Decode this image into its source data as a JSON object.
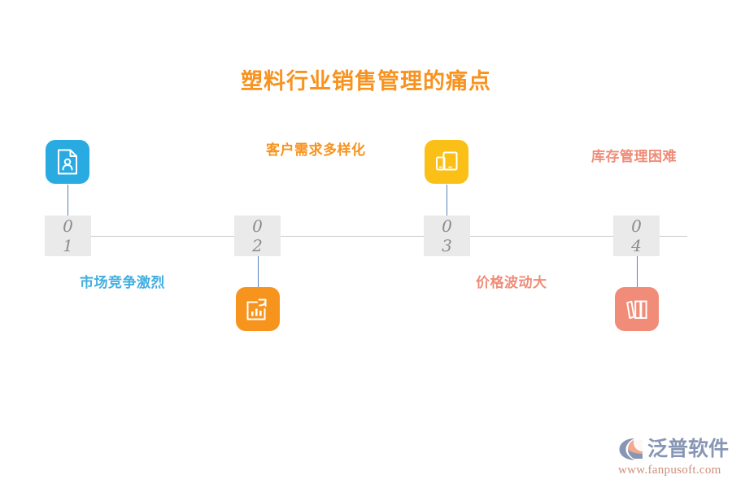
{
  "page": {
    "title": "塑料行业销售管理的痛点",
    "title_color": "#F7931E",
    "background": "#ffffff",
    "timeline_color": "#c9c9c9",
    "stem_color": "#5B80B8",
    "number_box_bg": "#eaeaea",
    "number_color": "#8c8c8c"
  },
  "milestones": [
    {
      "number": "01",
      "digit_top": "0",
      "digit_bottom": "1",
      "caption": "市场竞争激烈",
      "caption_color": "#41AFE0",
      "caption_position": "below",
      "icon_name": "document-person-icon",
      "icon_color": "#29ABE2",
      "icon_position": "above"
    },
    {
      "number": "02",
      "digit_top": "0",
      "digit_bottom": "2",
      "caption": "客户需求多样化",
      "caption_color": "#F7931E",
      "caption_position": "above",
      "icon_name": "bar-chart-arrow-icon",
      "icon_color": "#F7941E",
      "icon_position": "below"
    },
    {
      "number": "03",
      "digit_top": "0",
      "digit_bottom": "3",
      "caption": "价格波动大",
      "caption_color": "#F08C78",
      "caption_position": "below",
      "icon_name": "devices-icon",
      "icon_color": "#FBC018",
      "icon_position": "above"
    },
    {
      "number": "04",
      "digit_top": "0",
      "digit_bottom": "4",
      "caption": "库存管理困难",
      "caption_color": "#F08C78",
      "caption_position": "above",
      "icon_name": "books-archive-icon",
      "icon_color": "#F08C78",
      "icon_position": "below"
    }
  ],
  "watermark": {
    "brand": "泛普软件",
    "url": "www.fanpusoft.com",
    "brand_color": "#8796b4",
    "url_color": "#cf8e79",
    "logo_icon": "fanpu-swoosh-logo-icon"
  }
}
